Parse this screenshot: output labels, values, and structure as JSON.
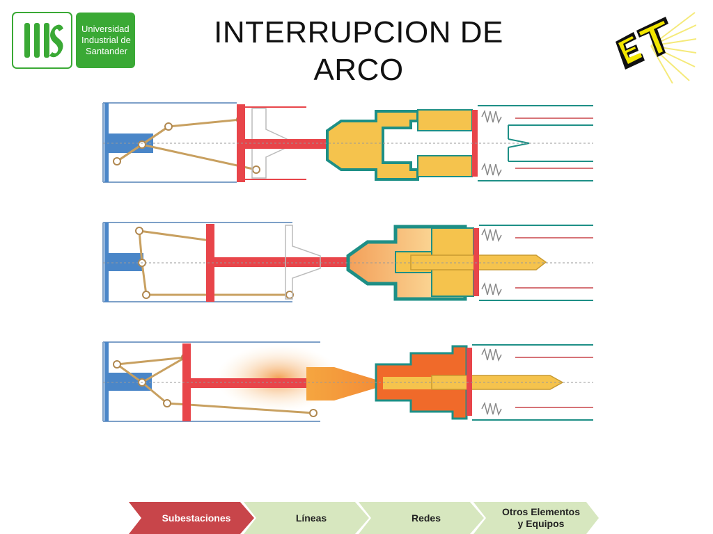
{
  "header": {
    "title": "INTERRUPCION DE ARCO",
    "university_logo": {
      "line1": "Universidad",
      "line2": "Industrial de",
      "line3": "Santander",
      "mark": "UIS",
      "color": "#3aa935"
    },
    "et_logo": {
      "mark": "ET",
      "colors": [
        "#f2e600",
        "#111111"
      ]
    }
  },
  "diagram": {
    "stages": [
      "closed-contacts",
      "contacts-separating",
      "arc-quenching"
    ],
    "colors": {
      "moving_contact": "#e8454a",
      "piston": "#4a86c8",
      "nozzle": "#1d8f86",
      "fixed_contact": "#f5c34d",
      "arc": "#f08a2c",
      "linkage": "#c8a060",
      "housing": "#b5b5b5"
    }
  },
  "nav": {
    "items": [
      {
        "label": "Subestaciones",
        "active": true,
        "color": "#c8454a",
        "text_color": "#ffffff"
      },
      {
        "label": "Líneas",
        "active": false,
        "color": "#d7e7bf",
        "text_color": "#222222"
      },
      {
        "label": "Redes",
        "active": false,
        "color": "#d7e7bf",
        "text_color": "#222222"
      },
      {
        "label": "Otros Elementos\ny Equipos",
        "active": false,
        "color": "#d7e7bf",
        "text_color": "#222222"
      }
    ]
  }
}
